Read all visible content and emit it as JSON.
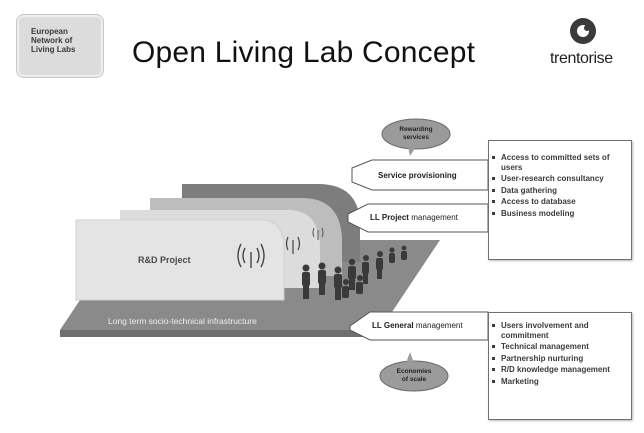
{
  "logos": {
    "enll_text": "European\nNetwork of\nLiving Labs",
    "trento_text": "trentorise"
  },
  "title": "Open Living Lab Concept",
  "diagram": {
    "project_label": "R&D Project",
    "infrastructure_label": "Long term socio-technical infrastructure",
    "bubbles": {
      "top": "Rewarding\nservices",
      "bottom": "Economies\nof scale"
    },
    "arrows": {
      "service": {
        "bold": "Service provisioning",
        "rest": ""
      },
      "project": {
        "bold": "LL Project",
        "rest": " management"
      },
      "general": {
        "bold": "LL General",
        "rest": " management"
      }
    },
    "top_box_items": [
      "Access to committed sets of users",
      "User-research consultancy",
      "Data gathering",
      "Access to database",
      "Business modeling"
    ],
    "bottom_box_items": [
      "Users involvement and commitment",
      "Technical management",
      "Partnership nurturing",
      "R/D knowledge management",
      "Marketing"
    ]
  }
}
